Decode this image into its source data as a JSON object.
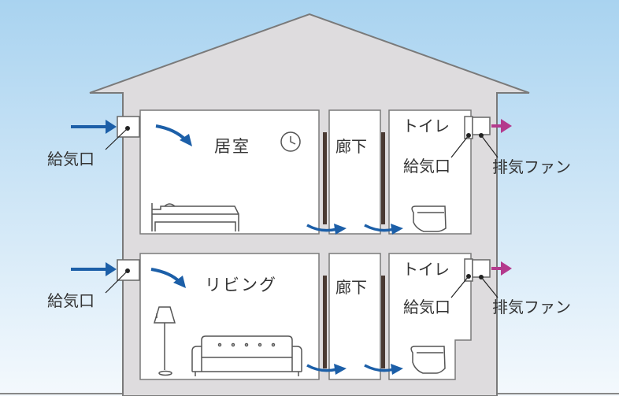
{
  "floors": [
    {
      "supply_left_label": "給気口",
      "room_label": "居室",
      "hallway_label": "廊下",
      "toilet_label": "トイレ",
      "supply_right_label": "給気口",
      "exhaust_label": "排気ファン"
    },
    {
      "supply_left_label": "給気口",
      "room_label": "リビング",
      "hallway_label": "廊下",
      "toilet_label": "トイレ",
      "supply_right_label": "給気口",
      "exhaust_label": "排気ファン"
    }
  ],
  "colors": {
    "sky_top": "#a9d3f0",
    "sky_bottom": "#f4f9fd",
    "house_fill": "#dedcde",
    "wall_outline": "#7a7a7a",
    "room_fill": "#ffffff",
    "airflow_blue": "#1c5fa8",
    "exhaust_magenta": "#b43a8d",
    "pillar": "#4a3a33"
  },
  "icons": [
    "clock-icon",
    "bed-icon",
    "toilet-icon",
    "floor-lamp-icon",
    "sofa-icon"
  ]
}
